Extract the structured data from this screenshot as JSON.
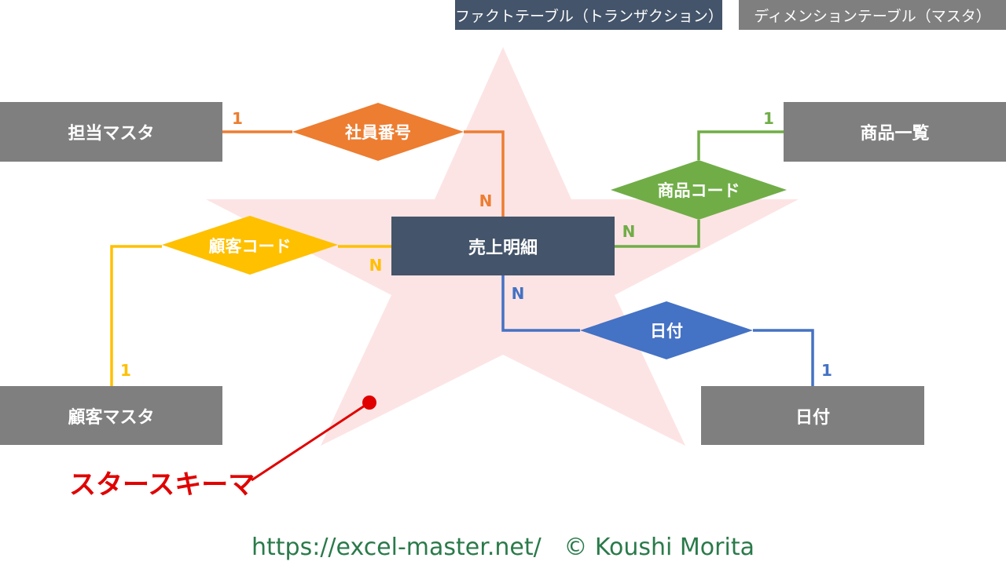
{
  "legend": {
    "fact": "ファクトテーブル（トランザクション）",
    "dimension": "ディメンションテーブル（マスタ）"
  },
  "tables": {
    "staff": "担当マスタ",
    "products": "商品一覧",
    "sales": "売上明細",
    "customers": "顧客マスタ",
    "date": "日付"
  },
  "relations": {
    "employee_no": "社員番号",
    "product_code": "商品コード",
    "customer_code": "顧客コード",
    "date": "日付"
  },
  "cardinality": {
    "one": "1",
    "many": "N"
  },
  "title": "スタースキーマ",
  "footer": "https://excel-master.net/   © Koushi Morita",
  "colors": {
    "orange": "#ED7D31",
    "green": "#70AD47",
    "yellow": "#FFC000",
    "blue": "#4472C4",
    "fact": "#44546A",
    "dimension": "#7F7F7F",
    "star": "#FDE4E4"
  }
}
